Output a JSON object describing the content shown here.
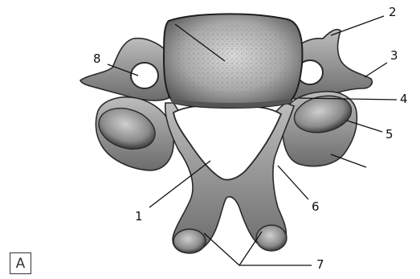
{
  "figure": {
    "panel_label": "A",
    "callouts": [
      "1",
      "2",
      "3",
      "4",
      "5",
      "6",
      "7",
      "8"
    ]
  }
}
